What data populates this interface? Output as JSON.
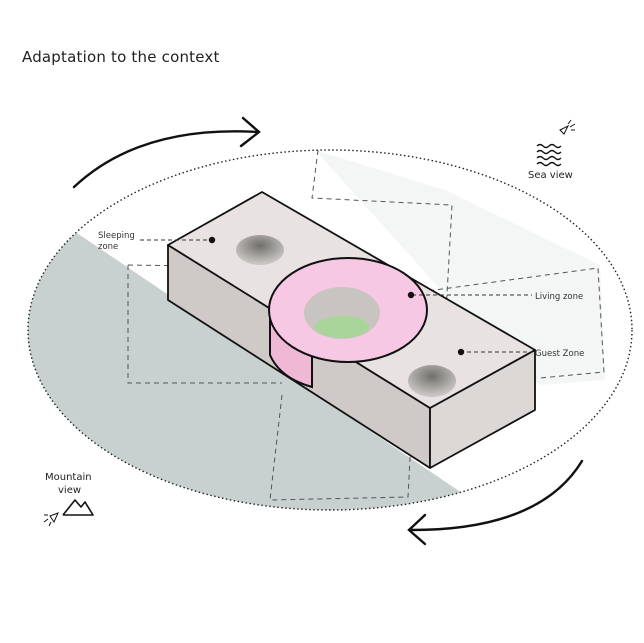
{
  "title": "Adaptation to the context",
  "labels": {
    "sleeping_line1": "Sleeping",
    "sleeping_line2": "zone",
    "living": "Living zone",
    "guest": "Guest Zone",
    "sea": "Sea view",
    "mountain_line1": "Mountain",
    "mountain_line2": "view"
  },
  "colors": {
    "shade": "#c8d1cf",
    "block_top": "#e8e3e2",
    "block_side": "#cfcac8",
    "ring": "#f7c8e4",
    "hole": "#8e8e8b",
    "courtyard": "#a9d49a",
    "stroke": "#111111"
  },
  "icons": [
    "sea-waves-icon",
    "sea-eye-icon",
    "mountain-icon",
    "mountain-eye-icon",
    "rotate-arrow-icon"
  ]
}
